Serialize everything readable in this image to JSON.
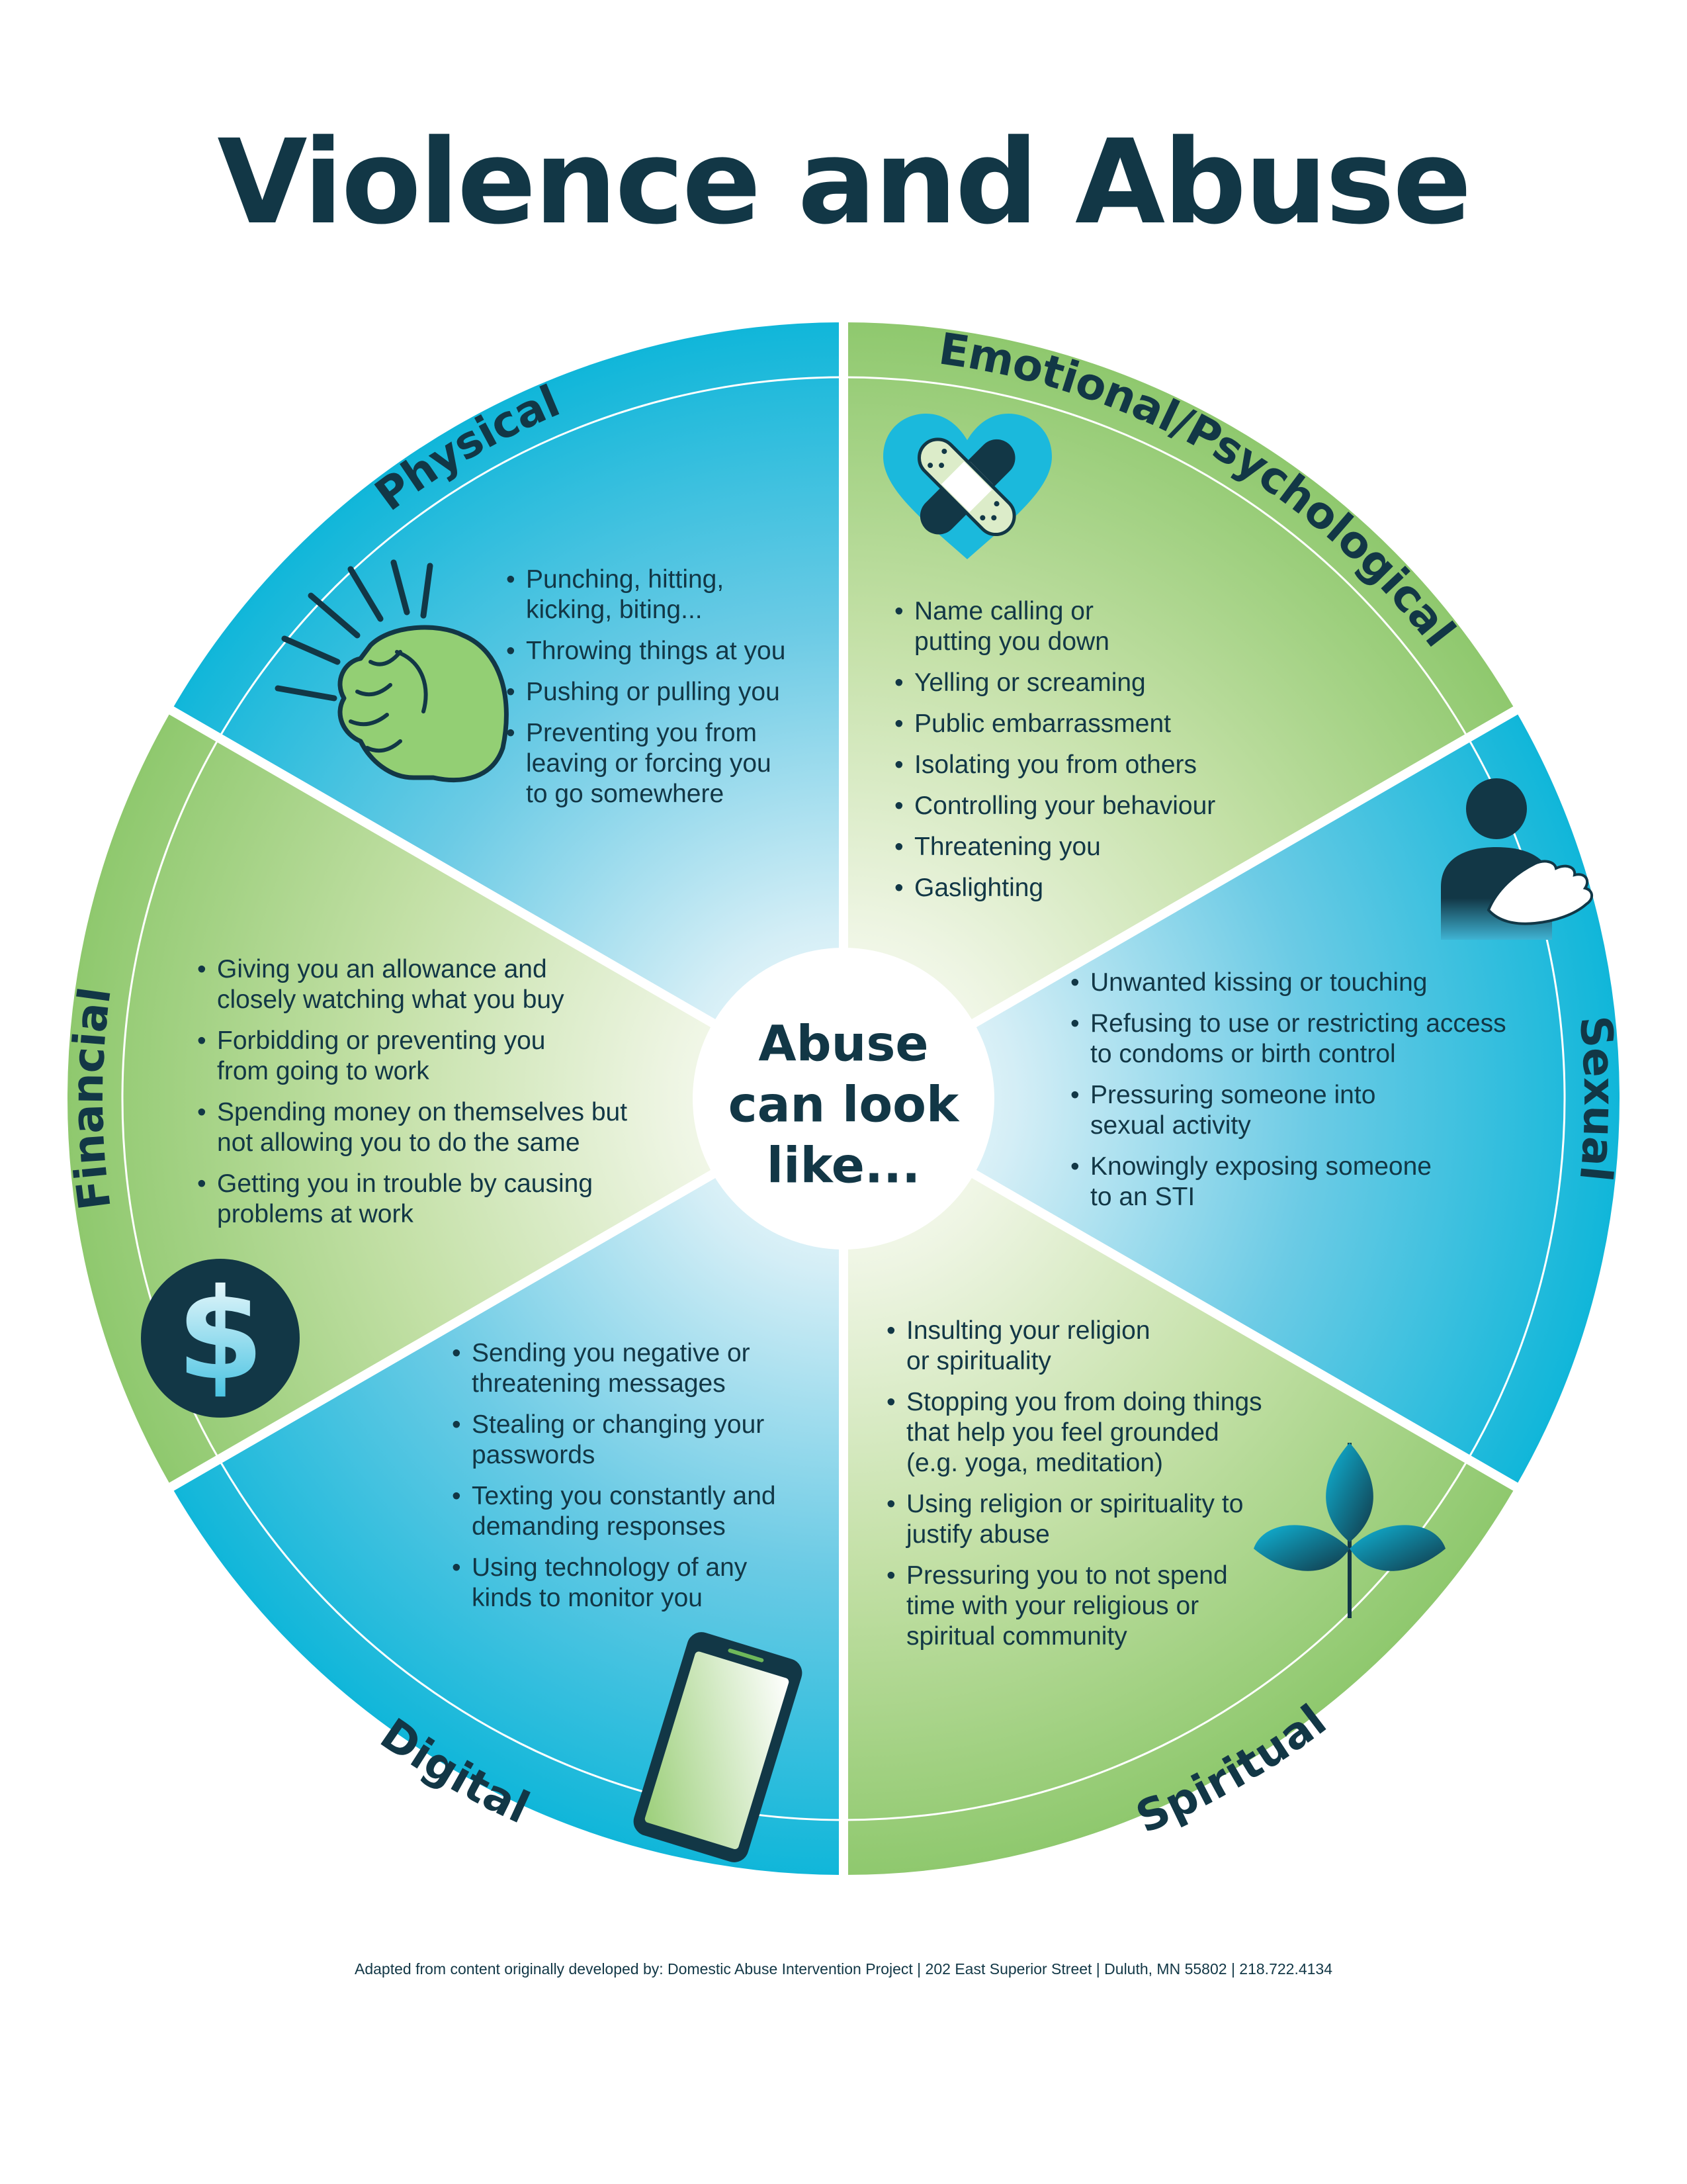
{
  "title": "Violence and Abuse",
  "hub": {
    "lines": [
      "Abuse",
      "can look",
      "like..."
    ]
  },
  "colors": {
    "navy": "#123746",
    "blue": "#14b8dc",
    "green": "#8fc870",
    "white": "#ffffff"
  },
  "sectors": [
    {
      "label": "Physical",
      "icon": "fist-icon",
      "items": [
        [
          "Punching, hitting,",
          "kicking, biting..."
        ],
        [
          "Throwing things at you"
        ],
        [
          "Pushing or pulling you"
        ],
        [
          "Preventing you from",
          "leaving or forcing you",
          "to go somewhere"
        ]
      ]
    },
    {
      "label": "Emotional/Psychological",
      "icon": "bandaged-heart-icon",
      "items": [
        [
          "Name calling or",
          "putting you down"
        ],
        [
          "Yelling or screaming"
        ],
        [
          "Public embarrassment"
        ],
        [
          "Isolating you from others"
        ],
        [
          "Controlling your behaviour"
        ],
        [
          "Threatening you"
        ],
        [
          "Gaslighting"
        ]
      ]
    },
    {
      "label": "Sexual",
      "icon": "unwanted-touch-icon",
      "items": [
        [
          "Unwanted kissing or touching"
        ],
        [
          "Refusing to use or restricting access",
          "to condoms or birth control"
        ],
        [
          "Pressuring someone into",
          "sexual activity"
        ],
        [
          "Knowingly exposing someone",
          "to an STI"
        ]
      ]
    },
    {
      "label": "Spiritual",
      "icon": "leaf-plant-icon",
      "items": [
        [
          "Insulting your religion",
          "or spirituality"
        ],
        [
          "Stopping you from doing things",
          "that help you feel grounded",
          "(e.g. yoga, meditation)"
        ],
        [
          "Using religion or spirituality to",
          "justify abuse"
        ],
        [
          "Pressuring you to not spend",
          "time with your religious or",
          "spiritual community"
        ]
      ]
    },
    {
      "label": "Digital",
      "icon": "smartphone-icon",
      "items": [
        [
          "Sending you negative or",
          "threatening messages"
        ],
        [
          "Stealing or changing your",
          "passwords"
        ],
        [
          "Texting you constantly and",
          "demanding responses"
        ],
        [
          "Using technology of any",
          "kinds to monitor you"
        ]
      ]
    },
    {
      "label": "Financial",
      "icon": "dollar-coin-icon",
      "items": [
        [
          "Giving you an allowance and",
          "closely watching what you buy"
        ],
        [
          "Forbidding or preventing you",
          "from going to work"
        ],
        [
          "Spending money on themselves but",
          "not allowing you to do the same"
        ],
        [
          "Getting you in trouble by causing",
          "problems at work"
        ]
      ]
    }
  ],
  "footer": "Adapted from content originally developed by: Domestic Abuse Intervention Project | 202 East Superior Street  |  Duluth, MN 55802  |  218.722.4134"
}
